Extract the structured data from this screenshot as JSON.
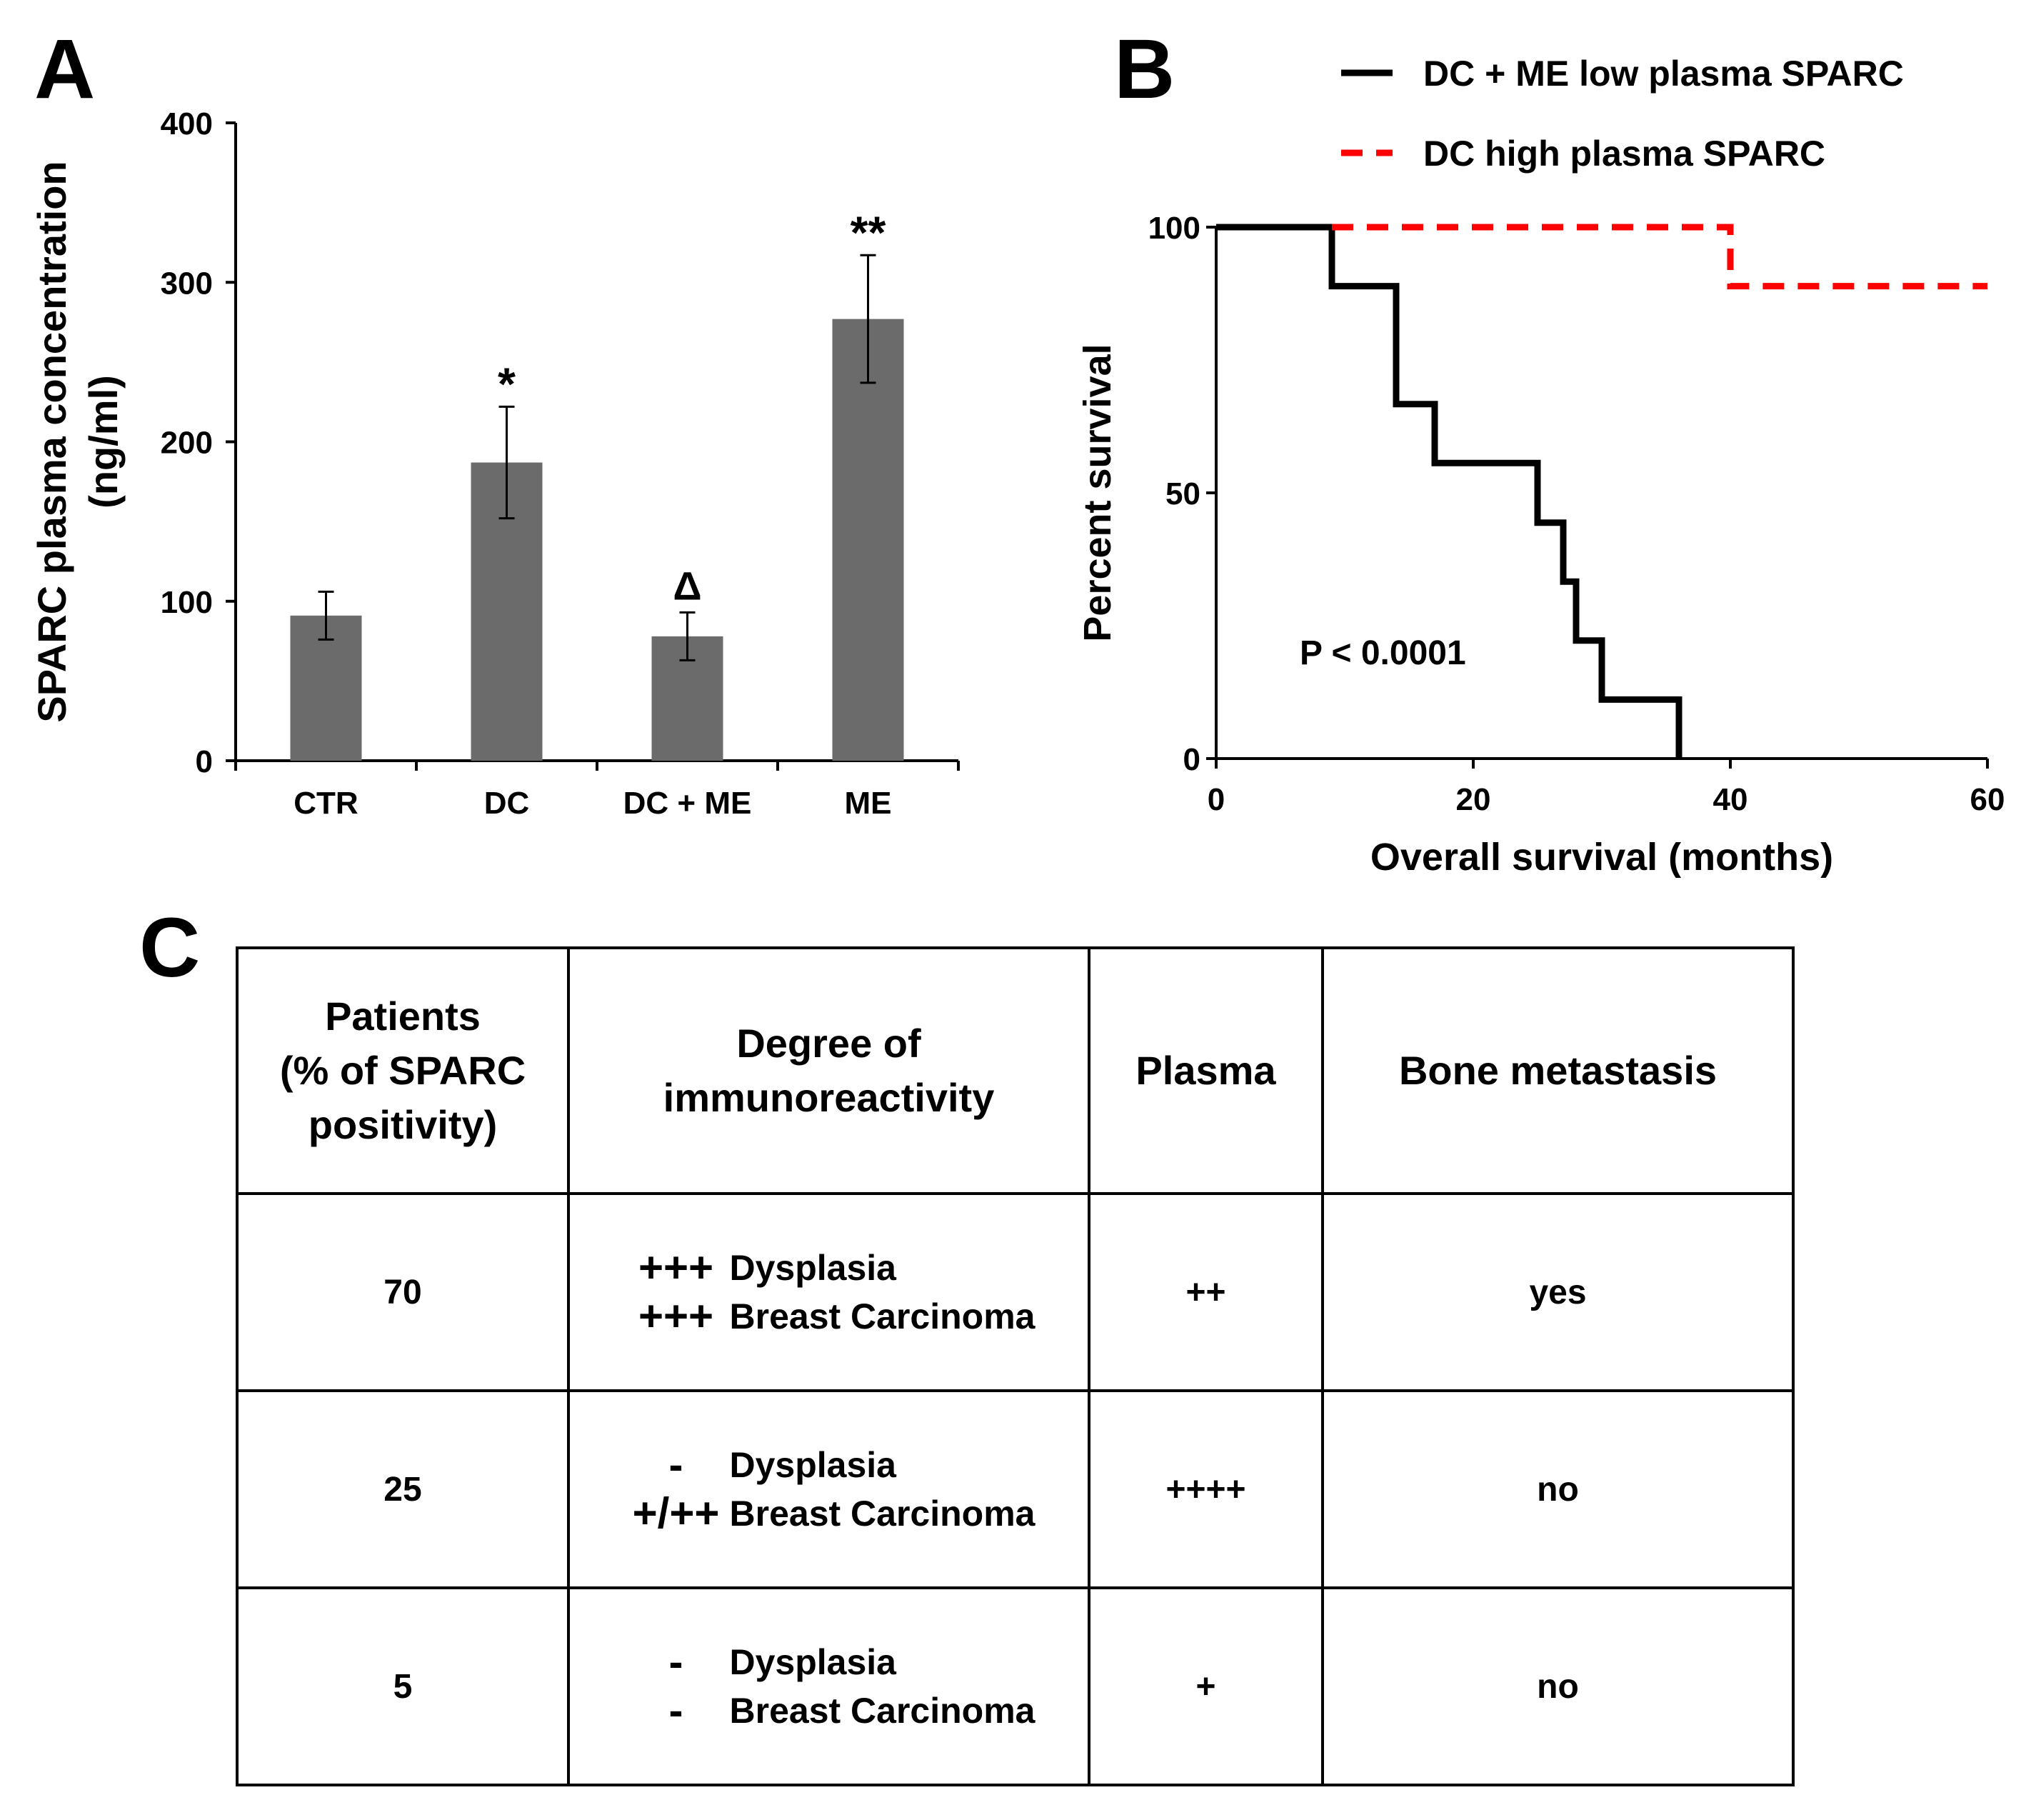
{
  "panels": {
    "a": "A",
    "b": "B",
    "c": "C"
  },
  "chart_data": [
    {
      "type": "bar",
      "panel": "A",
      "ylabel": [
        "SPARC plasma concentration",
        "(ng/ml)"
      ],
      "categories": [
        "CTR",
        "DC",
        "DC + ME",
        "ME"
      ],
      "values": [
        91,
        187,
        78,
        277
      ],
      "errors": [
        15,
        35,
        15,
        40
      ],
      "annotations": [
        "",
        "*",
        "Δ",
        "**"
      ],
      "ylim": [
        0,
        400
      ],
      "yticks": [
        0,
        100,
        200,
        300,
        400
      ],
      "bar_color": "#6b6b6b",
      "grid": false
    },
    {
      "type": "line",
      "panel": "B",
      "xlabel": "Overall survival (months)",
      "ylabel": "Percent survival",
      "xlim": [
        0,
        60
      ],
      "ylim": [
        0,
        100
      ],
      "xticks": [
        0,
        20,
        40,
        60
      ],
      "yticks": [
        0,
        50,
        100
      ],
      "annotation": "P < 0.0001",
      "legend_position": "top",
      "grid": false,
      "series": [
        {
          "name": "DC + ME low plasma SPARC",
          "style": "solid",
          "color": "#000000",
          "step_points": [
            [
              0,
              100
            ],
            [
              9,
              100
            ],
            [
              9,
              88.9
            ],
            [
              14,
              88.9
            ],
            [
              14,
              66.7
            ],
            [
              17,
              66.7
            ],
            [
              17,
              55.6
            ],
            [
              25,
              55.6
            ],
            [
              25,
              44.4
            ],
            [
              27,
              44.4
            ],
            [
              27,
              33.3
            ],
            [
              28,
              33.3
            ],
            [
              28,
              22.2
            ],
            [
              30,
              22.2
            ],
            [
              30,
              11.1
            ],
            [
              36,
              11.1
            ],
            [
              36,
              0
            ]
          ]
        },
        {
          "name": "DC high plasma SPARC",
          "style": "dashed",
          "color": "#ff0000",
          "step_points": [
            [
              9,
              100
            ],
            [
              40,
              100
            ],
            [
              40,
              88.9
            ],
            [
              60,
              88.9
            ]
          ]
        }
      ]
    }
  ],
  "table": {
    "headers": [
      [
        "Patients",
        "(% of SPARC",
        "positivity)"
      ],
      [
        "Degree of",
        "immunoreactivity"
      ],
      [
        "Plasma"
      ],
      [
        "Bone metastasis"
      ]
    ],
    "rows": [
      {
        "patients": "70",
        "degree": [
          {
            "mark": "+++",
            "label": "Dysplasia"
          },
          {
            "mark": "+++",
            "label": "Breast Carcinoma"
          }
        ],
        "plasma": "++",
        "bone": "yes"
      },
      {
        "patients": "25",
        "degree": [
          {
            "mark": "-",
            "label": "Dysplasia"
          },
          {
            "mark": "+/++",
            "label": "Breast Carcinoma"
          }
        ],
        "plasma": "++++",
        "bone": "no"
      },
      {
        "patients": "5",
        "degree": [
          {
            "mark": "-",
            "label": "Dysplasia"
          },
          {
            "mark": "-",
            "label": "Breast Carcinoma"
          }
        ],
        "plasma": "+",
        "bone": "no"
      }
    ]
  }
}
